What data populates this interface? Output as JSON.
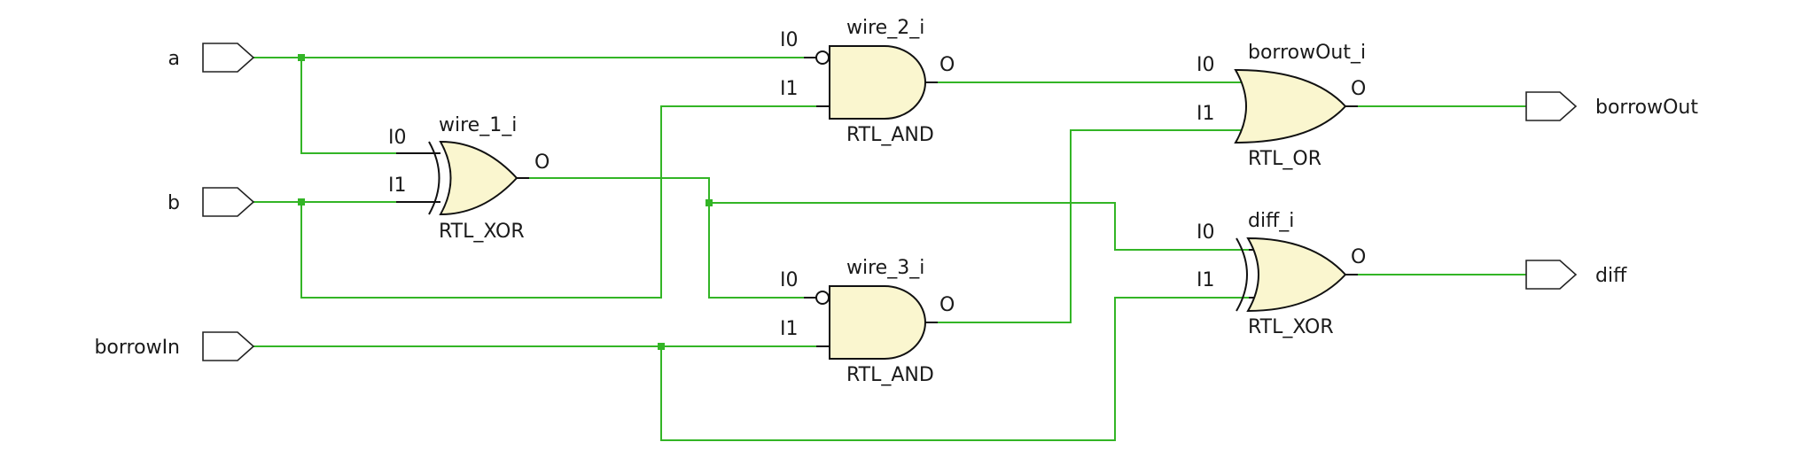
{
  "ports": {
    "a": "a",
    "b": "b",
    "borrowIn": "borrowIn",
    "borrowOut": "borrowOut",
    "diff": "diff"
  },
  "gates": {
    "wire_1": {
      "name": "wire_1_i",
      "type": "RTL_XOR",
      "in0": "I0",
      "in1": "I1",
      "out": "O"
    },
    "wire_2": {
      "name": "wire_2_i",
      "type": "RTL_AND",
      "in0": "I0",
      "in1": "I1",
      "out": "O"
    },
    "wire_3": {
      "name": "wire_3_i",
      "type": "RTL_AND",
      "in0": "I0",
      "in1": "I1",
      "out": "O"
    },
    "borrowOut": {
      "name": "borrowOut_i",
      "type": "RTL_OR",
      "in0": "I0",
      "in1": "I1",
      "out": "O"
    },
    "diff": {
      "name": "diff_i",
      "type": "RTL_XOR",
      "in0": "I0",
      "in1": "I1",
      "out": "O"
    }
  },
  "colors": {
    "wire": "#33b526",
    "gate_fill": "#faf6cf",
    "gate_stroke": "#111111"
  }
}
